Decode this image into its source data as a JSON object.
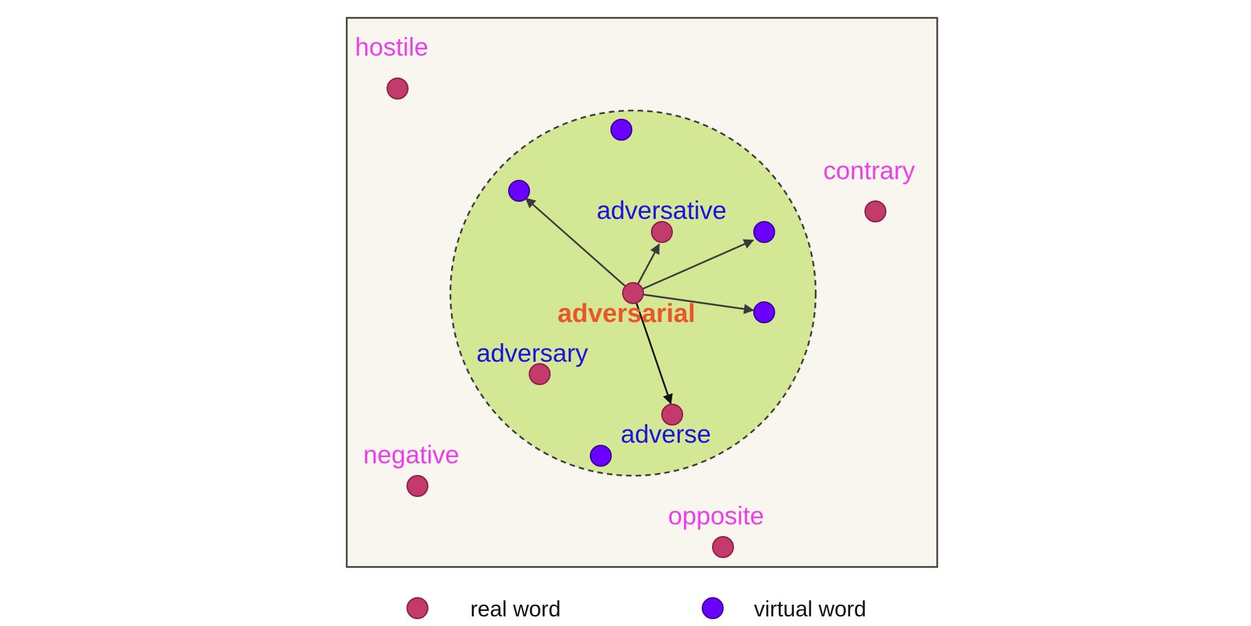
{
  "colors": {
    "panel_fill": "#f8f6ee",
    "panel_stroke": "#3f3f3f",
    "circle_fill": "#d4e794",
    "real_word": "#c23b6a",
    "virtual_word": "#6a00ff",
    "outer_label": "#ec3fe8",
    "inner_label": "#1a10e0",
    "center_label": "#e8562a",
    "arrow": "#3a3a3a"
  },
  "center_word": "adversarial",
  "outer_words": [
    "hostile",
    "contrary",
    "negative",
    "opposite"
  ],
  "inner_words": [
    "adversative",
    "adversary",
    "adverse"
  ],
  "legend": {
    "real": "real word",
    "virtual": "virtual word"
  }
}
